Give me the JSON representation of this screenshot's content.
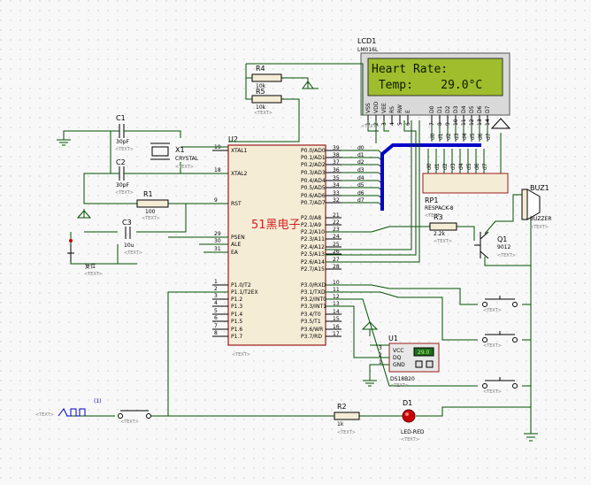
{
  "labels": {
    "lcd_ref": "LCD1",
    "lcd_model": "LM016L",
    "lcd_line1": "Heart Rate:",
    "lcd_line2": " Temp:    29.0°C",
    "u2_ref": "U2",
    "c1_ref": "C1",
    "c1_val": "30pF",
    "c2_ref": "C2",
    "c2_val": "30pF",
    "x1_ref": "X1",
    "x1_val": "CRYSTAL",
    "r1_ref": "R1",
    "r1_val": "100",
    "c3_ref": "C3",
    "c3_val": "10u",
    "r4_ref": "R4",
    "r4_val": "10k",
    "r5_ref": "R5",
    "r5_val": "10k",
    "rp1_ref": "RP1",
    "rp1_val": "RESPACK-8",
    "r3_ref": "R3",
    "r3_val": "2.2k",
    "q1_ref": "Q1",
    "q1_val": "9012",
    "buz_ref": "BUZ1",
    "buz_val": "BUZZER",
    "u1_ref": "U1",
    "u1_val": "DS18B20",
    "u1_display": "29.0",
    "r2_ref": "R2",
    "r2_val": "1k",
    "d1_ref": "D1",
    "d1_val": "LED-RED",
    "watermark": "51黑电子",
    "placeholder": "<TEXT>",
    "reset_label": "复位",
    "pulse_label": "(1)"
  },
  "u2_left_pins": [
    {
      "num": "19",
      "name": "XTAL1"
    },
    {
      "num": "18",
      "name": "XTAL2"
    },
    {
      "num": "9",
      "name": "RST"
    },
    {
      "num": "29",
      "name": "PSEN"
    },
    {
      "num": "30",
      "name": "ALE"
    },
    {
      "num": "31",
      "name": "EA"
    },
    {
      "num": "1",
      "name": "P1.0/T2"
    },
    {
      "num": "2",
      "name": "P1.1/T2EX"
    },
    {
      "num": "3",
      "name": "P1.2"
    },
    {
      "num": "4",
      "name": "P1.3"
    },
    {
      "num": "5",
      "name": "P1.4"
    },
    {
      "num": "6",
      "name": "P1.5"
    },
    {
      "num": "7",
      "name": "P1.6"
    },
    {
      "num": "8",
      "name": "P1.7"
    }
  ],
  "u2_right_pins": [
    {
      "num": "39",
      "name": "P0.0/AD0",
      "net": "d0"
    },
    {
      "num": "38",
      "name": "P0.1/AD1",
      "net": "d1"
    },
    {
      "num": "37",
      "name": "P0.2/AD2",
      "net": "d2"
    },
    {
      "num": "36",
      "name": "P0.3/AD3",
      "net": "d3"
    },
    {
      "num": "35",
      "name": "P0.4/AD4",
      "net": "d4"
    },
    {
      "num": "34",
      "name": "P0.5/AD5",
      "net": "d5"
    },
    {
      "num": "33",
      "name": "P0.6/AD6",
      "net": "d6"
    },
    {
      "num": "32",
      "name": "P0.7/AD7",
      "net": "d7"
    },
    {
      "num": "21",
      "name": "P2.0/A8",
      "net": ""
    },
    {
      "num": "22",
      "name": "P2.1/A9",
      "net": ""
    },
    {
      "num": "23",
      "name": "P2.2/A10",
      "net": ""
    },
    {
      "num": "24",
      "name": "P2.3/A11",
      "net": ""
    },
    {
      "num": "25",
      "name": "P2.4/A12",
      "net": ""
    },
    {
      "num": "26",
      "name": "P2.5/A13",
      "net": ""
    },
    {
      "num": "27",
      "name": "P2.6/A14",
      "net": ""
    },
    {
      "num": "28",
      "name": "P2.7/A15",
      "net": ""
    },
    {
      "num": "10",
      "name": "P3.0/RXD",
      "net": ""
    },
    {
      "num": "11",
      "name": "P3.1/TXD",
      "net": ""
    },
    {
      "num": "12",
      "name": "P3.2/INT0",
      "net": ""
    },
    {
      "num": "13",
      "name": "P3.3/INT1",
      "net": ""
    },
    {
      "num": "14",
      "name": "P3.4/T0",
      "net": ""
    },
    {
      "num": "15",
      "name": "P3.5/T1",
      "net": ""
    },
    {
      "num": "16",
      "name": "P3.6/WR",
      "net": ""
    },
    {
      "num": "17",
      "name": "P3.7/RD",
      "net": ""
    }
  ],
  "lcd_pins": [
    {
      "name": "VSS",
      "num": "1"
    },
    {
      "name": "VDD",
      "num": "2"
    },
    {
      "name": "VEE",
      "num": "3"
    },
    {
      "name": "RS",
      "num": "4"
    },
    {
      "name": "RW",
      "num": "5"
    },
    {
      "name": "E",
      "num": "6"
    },
    {
      "name": "D0",
      "num": "7"
    },
    {
      "name": "D1",
      "num": "8"
    },
    {
      "name": "D2",
      "num": "9"
    },
    {
      "name": "D3",
      "num": "10"
    },
    {
      "name": "D4",
      "num": "11"
    },
    {
      "name": "D5",
      "num": "12"
    },
    {
      "name": "D6",
      "num": "13"
    },
    {
      "name": "D7",
      "num": "14"
    }
  ],
  "lcd_net_labels": [
    "d0",
    "d1",
    "d2",
    "d3",
    "d4",
    "d5",
    "d6",
    "d7"
  ],
  "rp1_net_labels": [
    "d0",
    "d1",
    "d2",
    "d3",
    "d4",
    "d5",
    "d6",
    "d7"
  ],
  "u1_pins": [
    {
      "num": "3",
      "name": "VCC"
    },
    {
      "num": "2",
      "name": "DQ"
    },
    {
      "num": "1",
      "name": "GND"
    }
  ],
  "colors": {
    "wire": "#005000",
    "bus": "#0000c8",
    "body_fill": "#f5ecd6",
    "body_stroke": "#9b1a1a",
    "lcd_screen": "#9fbd2c",
    "led": "#c80000",
    "watermark": "#d81e1e"
  }
}
